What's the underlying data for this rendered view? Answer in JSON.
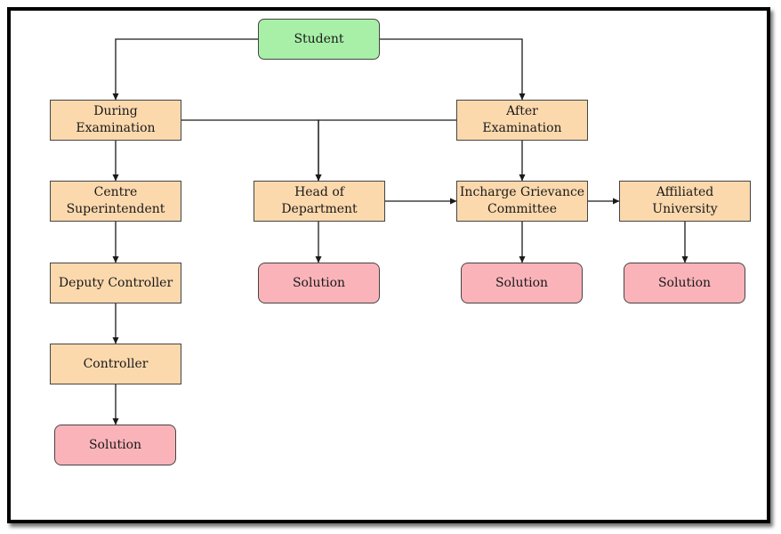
{
  "colors": {
    "start": "#a8f0a8",
    "process": "#fcd9ad",
    "solution": "#fbb3ba",
    "line": "#1a1a1a"
  },
  "nodes": {
    "student": {
      "label": "Student",
      "kind": "start"
    },
    "during": {
      "label": "During\nExamination",
      "kind": "process"
    },
    "after": {
      "label": "After\nExamination",
      "kind": "process"
    },
    "centre": {
      "label": "Centre\nSuperintendent",
      "kind": "process"
    },
    "hod": {
      "label": "Head of\nDepartment",
      "kind": "process"
    },
    "incharge": {
      "label": "Incharge Grievance\nCommittee",
      "kind": "process"
    },
    "affiliated": {
      "label": "Affiliated\nUniversity",
      "kind": "process"
    },
    "deputy": {
      "label": "Deputy Controller",
      "kind": "process"
    },
    "controller": {
      "label": "Controller",
      "kind": "process"
    },
    "sol_hod": {
      "label": "Solution",
      "kind": "solution"
    },
    "sol_incharge": {
      "label": "Solution",
      "kind": "solution"
    },
    "sol_affiliated": {
      "label": "Solution",
      "kind": "solution"
    },
    "sol_controller": {
      "label": "Solution",
      "kind": "solution"
    }
  },
  "edges": [
    {
      "from": "student",
      "to": "during"
    },
    {
      "from": "student",
      "to": "after"
    },
    {
      "from": "during",
      "to": "centre"
    },
    {
      "from": "during",
      "to": "hod"
    },
    {
      "from": "after",
      "to": "hod"
    },
    {
      "from": "after",
      "to": "incharge"
    },
    {
      "from": "centre",
      "to": "deputy"
    },
    {
      "from": "deputy",
      "to": "controller"
    },
    {
      "from": "controller",
      "to": "sol_controller"
    },
    {
      "from": "hod",
      "to": "incharge"
    },
    {
      "from": "hod",
      "to": "sol_hod"
    },
    {
      "from": "incharge",
      "to": "affiliated"
    },
    {
      "from": "incharge",
      "to": "sol_incharge"
    },
    {
      "from": "affiliated",
      "to": "sol_affiliated"
    }
  ]
}
